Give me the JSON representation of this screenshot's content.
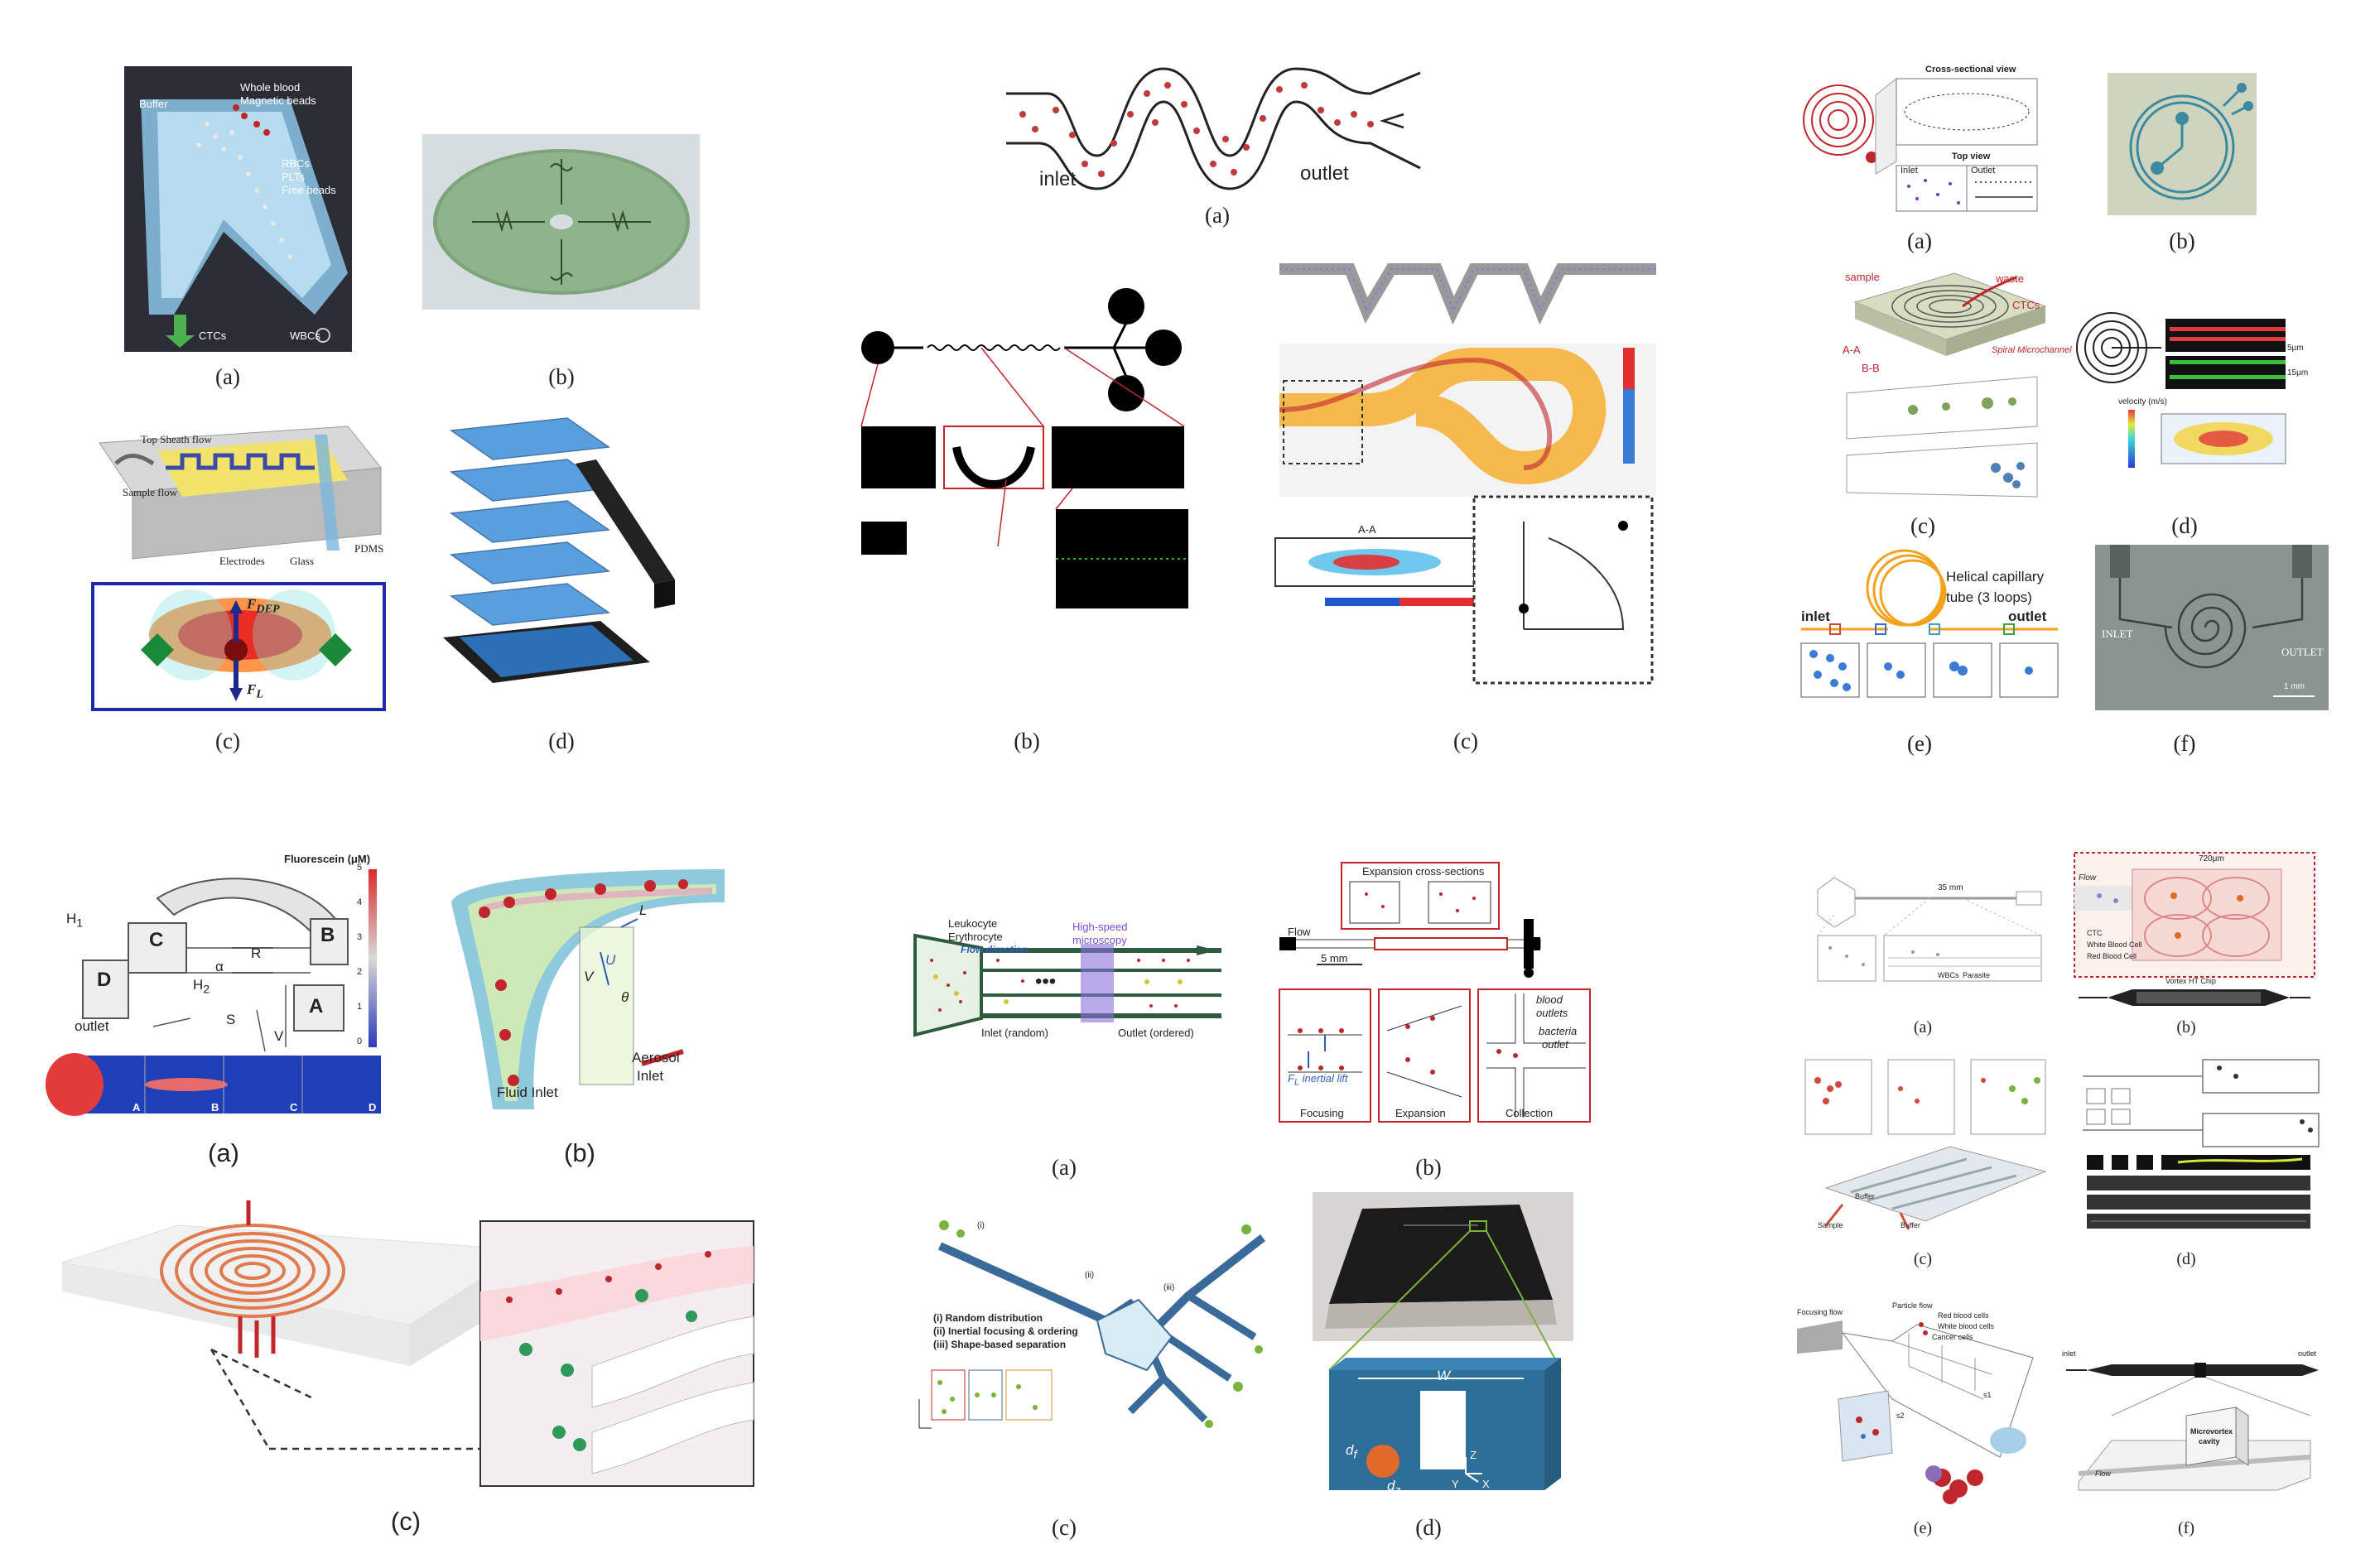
{
  "captions": {
    "g1_a": "(a)",
    "g1_b": "(b)",
    "g1_c": "(c)",
    "g1_d": "(d)",
    "g2_a": "(a)",
    "g2_b": "(b)",
    "g2_c": "(c)",
    "g3_a": "(a)",
    "g3_b": "(b)",
    "g3_c": "(c)",
    "g3_d": "(d)",
    "g3_e": "(e)",
    "g3_f": "(f)",
    "g4_a": "(a)",
    "g4_b": "(b)",
    "g4_c": "(c)",
    "g5_a": "(a)",
    "g5_b": "(b)",
    "g5_c": "(c)",
    "g5_d": "(d)",
    "g6_a": "(a)",
    "g6_b": "(b)",
    "g6_c": "(c)",
    "g6_d": "(d)",
    "g6_e": "(e)",
    "g6_f": "(f)"
  },
  "g1a": {
    "buffer": "Buffer",
    "whole_blood": "Whole blood",
    "magnetic_beads": "Magnetic beads",
    "rbcs": "RBCs",
    "plts": "PLTs",
    "free_beads": "Free beads",
    "ctcs": "CTCs",
    "wbcs": "WBCs"
  },
  "g1c": {
    "top_sheath": "Top Sheath flow",
    "sample_flow": "Sample flow",
    "electrodes": "Electrodes",
    "glass": "Glass",
    "pdms": "PDMS",
    "fdep": "F",
    "fdep_sub": "DEP",
    "fl": "F",
    "fl_sub": "L"
  },
  "g2a": {
    "inlet": "inlet",
    "outlet": "outlet"
  },
  "g2c": {
    "section": "A-A"
  },
  "g3a": {
    "cross_sectional": "Cross-sectional view",
    "top_view": "Top view",
    "inlet": "Inlet",
    "outlet": "Outlet"
  },
  "g3c": {
    "sample": "sample",
    "waste": "waste",
    "ctcs": "CTCs",
    "aa": "A-A",
    "bb": "B-B",
    "spiral": "Spiral Microchannel"
  },
  "g3d": {
    "v1": "5μm",
    "v2": "15μm",
    "velocity": "velocity (m/s)"
  },
  "g3e": {
    "inlet": "inlet",
    "outlet": "outlet",
    "helical": "Helical capillary",
    "tube": "tube (3 loops)"
  },
  "g3f": {
    "inlet": "INLET",
    "outlet": "OUTLET",
    "scale": "1 mm"
  },
  "g4a": {
    "fluorescein": "Fluorescein (μM)",
    "c": "C",
    "b": "B",
    "d": "D",
    "a": "A",
    "alpha": "α",
    "r": "R",
    "h1": "H",
    "h1s": "1",
    "h2": "H",
    "h2s": "2",
    "s": "S",
    "v": "V",
    "outlet": "outlet",
    "ticks": [
      "5",
      "4",
      "3",
      "2",
      "1",
      "0"
    ],
    "strip": [
      "A",
      "B",
      "C",
      "D"
    ]
  },
  "g4b": {
    "aerosol": "Aerosol",
    "inlet": "Inlet",
    "fluid_inlet": "Fluid Inlet",
    "l": "L",
    "u": "U",
    "vr": "V",
    "theta": "θ"
  },
  "g5a": {
    "leukocyte": "Leukocyte",
    "erythrocyte": "Erythrocyte",
    "flow_direction": "Flow direction",
    "high_speed": "High-speed",
    "microscopy": "microscopy",
    "inlet": "Inlet (random)",
    "outlet": "Outlet (ordered)"
  },
  "g5b": {
    "expansion_cs": "Expansion cross-sections",
    "flow": "Flow",
    "scale": "5 mm",
    "fl": "F",
    "fl_sub": "L",
    "inertial": "inertial lift",
    "focusing": "Focusing",
    "expansion": "Expansion",
    "collection": "Collection",
    "blood": "blood",
    "outlets": "outlets",
    "bacteria": "bacteria",
    "outlet": "outlet"
  },
  "g5c": {
    "l1": "(i) Random distribution",
    "l2": "(ii) Inertial focusing & ordering",
    "l3": "(iii) Shape-based separation",
    "i": "(i)",
    "ii": "(ii)",
    "iii": "(iii)"
  },
  "g5d": {
    "w": "W",
    "df": "d",
    "df_sub": "f",
    "dz": "d",
    "dz_sub": "z",
    "y": "Y",
    "z": "Z",
    "x": "X"
  },
  "g6a": {
    "dim": "35 mm",
    "wbcs": "WBCs",
    "parasite": "Parasite"
  },
  "g6b": {
    "dim": "720μm",
    "flow": "Flow",
    "ctc": "CTC",
    "wbc": "White Blood Cell",
    "rbc": "Red Blood Cell",
    "chip": "Vortex HT Chip"
  },
  "g6c": {
    "buffer1": "Buffer",
    "sample": "Sample",
    "buffer2": "Buffer"
  },
  "g6e": {
    "focusing": "Focusing flow",
    "particle": "Particle flow",
    "rbc": "Red blood cells",
    "wbc": "White blood cells",
    "cancer": "Cancer cells",
    "s1": "s1",
    "s2": "s2"
  },
  "g6f": {
    "inlet": "inlet",
    "outlet": "outlet",
    "cavity1": "Microvortex",
    "cavity2": "cavity",
    "flow": "Flow"
  }
}
